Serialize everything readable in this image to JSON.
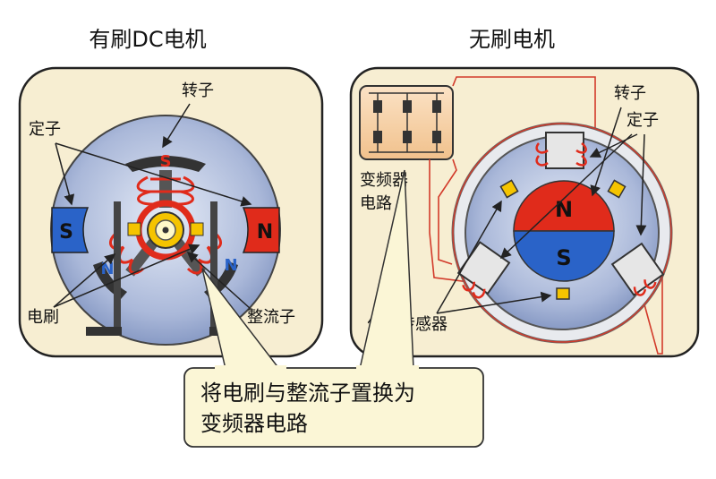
{
  "left_panel": {
    "title": "有刷DC电机",
    "labels": {
      "rotor": "转子",
      "stator": "定子",
      "brush": "电刷",
      "commutator": "整流子"
    },
    "poles": {
      "stator_left": "S",
      "stator_right": "N",
      "rotor_top": "S",
      "rotor_left": "N",
      "rotor_right": "N"
    }
  },
  "right_panel": {
    "title": "无刷电机",
    "labels": {
      "inverter_line1": "变频器",
      "inverter_line2": "电路",
      "rotor": "转子",
      "stator": "定子",
      "position_sensor": "位置传感器"
    },
    "poles": {
      "rotor_top": "N",
      "rotor_bottom": "S"
    }
  },
  "callout": {
    "line1": "将电刷与整流子置换为",
    "line2": "变频器电路"
  },
  "colors": {
    "panel_bg": "#f7eed2",
    "red": "#e02b1b",
    "blue": "#2a63c8",
    "callout_bg": "#fbf6d6"
  }
}
